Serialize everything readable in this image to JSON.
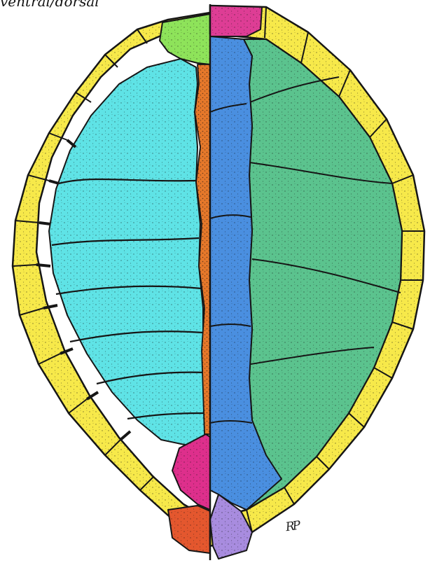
{
  "caption": "ventral/dorsal",
  "artist_mark": "RP",
  "colors": {
    "peripheral": "#f7e94a",
    "plastron_half": "#5fe3e6",
    "neural_bones": "#e6782a",
    "nuchal_bone": "#8ee35a",
    "vertebral_scutes": "#4a8fe0",
    "costal_scutes": "#5bc38e",
    "nuchal_scute": "#de3d95",
    "pygal_bone": "#e4572e",
    "suprapygal_bone": "#de2f8c",
    "supracaudal_scute": "#a88cdf",
    "outline": "#161616"
  },
  "parts": {
    "left_half": "carapace-bones",
    "right_half": "carapace-scutes"
  }
}
